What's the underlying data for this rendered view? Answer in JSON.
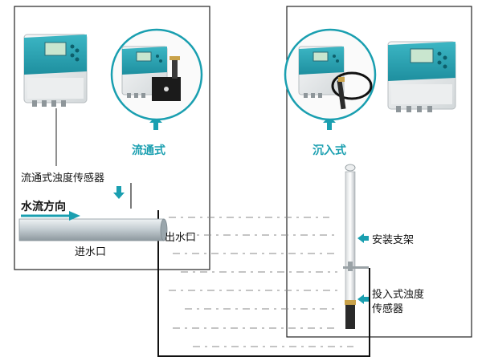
{
  "labels": {
    "flow_through": "流通式",
    "flow_sensor": "流通式浊度传感器",
    "water_flow_dir": "水流方向",
    "inlet": "进水口",
    "outlet": "出水口",
    "immersion": "沉入式",
    "mount_bracket": "安装支架",
    "sensor_line1": "投入式浊度",
    "sensor_line2": "传感器"
  },
  "colors": {
    "accent": "#1a9fb0",
    "device_body": "#e9eced",
    "device_panel": "#2aa3b3",
    "pipe": "#b9c3c8"
  },
  "icons": {
    "controller": "turbidity-controller-icon",
    "flow_cell": "flow-cell-sensor-icon",
    "immersion_probe": "immersion-probe-icon"
  }
}
